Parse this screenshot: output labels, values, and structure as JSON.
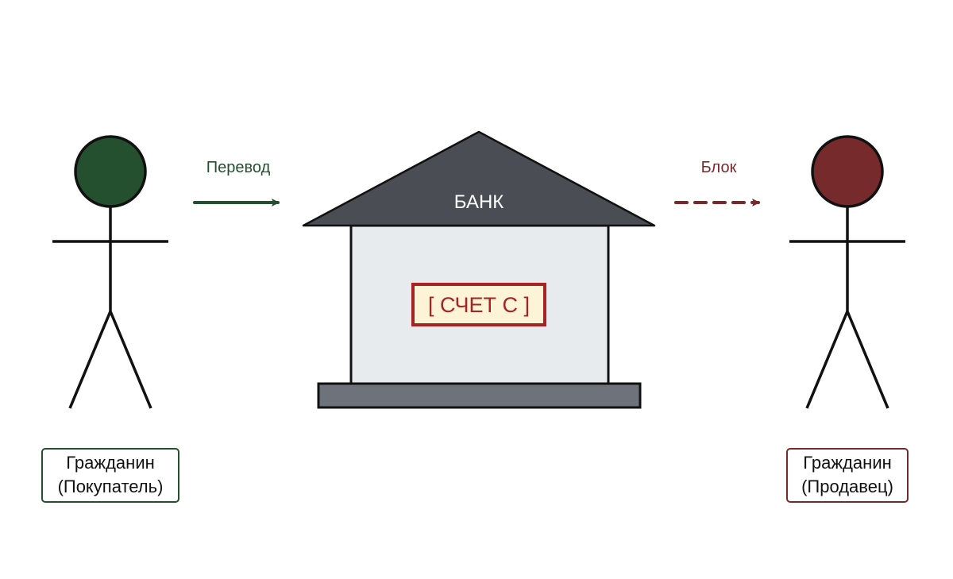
{
  "colors": {
    "buyer": "#25502f",
    "seller": "#772a2c",
    "roof": "#4a4d53",
    "walls": "#e8ebee",
    "foundation": "#6e737b",
    "account_border": "#a62323",
    "account_fill": "#fdf3d6",
    "account_text": "#a62323",
    "outline": "#111111"
  },
  "arrows": {
    "transfer_label": "Перевод",
    "block_label": "Блок"
  },
  "bank": {
    "title": "БАНК",
    "account_label": "[ СЧЕТ С ]"
  },
  "buyer": {
    "line1": "Гражданин",
    "line2": "(Покупатель)"
  },
  "seller": {
    "line1": "Гражданин",
    "line2": "(Продавец)"
  }
}
